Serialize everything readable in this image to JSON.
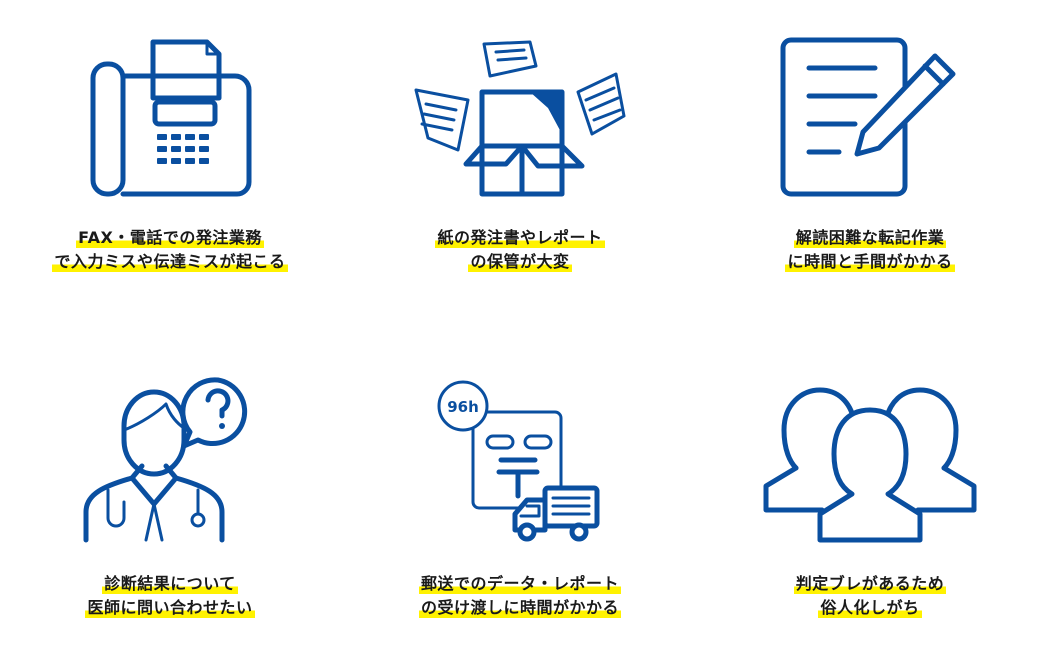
{
  "colors": {
    "accent": "#0a4fa0",
    "highlight": "#fff200",
    "text": "#1a1a1a"
  },
  "items": [
    {
      "icon": "fax-icon",
      "lines": [
        "FAX・電話での発注業務",
        "で入力ミスや伝達ミスが起こる"
      ]
    },
    {
      "icon": "paper-box-icon",
      "lines": [
        "紙の発注書やレポート",
        "の保管が大変"
      ]
    },
    {
      "icon": "document-pen-icon",
      "lines": [
        "解読困難な転記作業",
        "に時間と手間がかかる"
      ]
    },
    {
      "icon": "doctor-question-icon",
      "lines": [
        "診断結果について",
        "医師に問い合わせたい"
      ]
    },
    {
      "icon": "mail-truck-icon",
      "badge": "96h",
      "lines": [
        "郵送でのデータ・レポート",
        "の受け渡しに時間がかかる"
      ]
    },
    {
      "icon": "people-group-icon",
      "lines": [
        "判定ブレがあるため",
        "俗人化しがち"
      ]
    }
  ]
}
